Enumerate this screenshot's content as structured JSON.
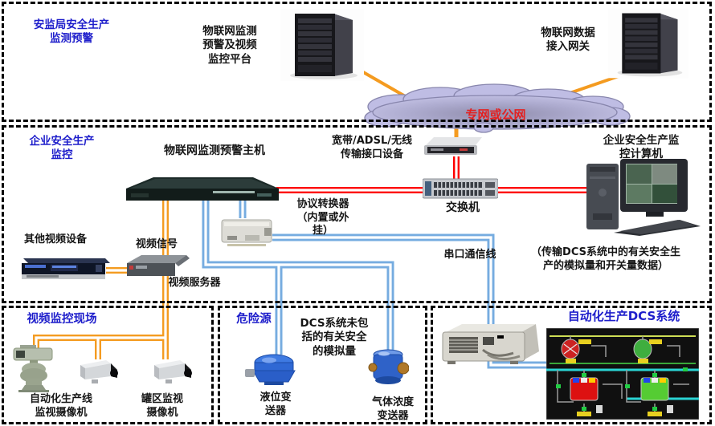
{
  "colors": {
    "label_blue": "#1e1ecb",
    "cloud_label_red": "#e32121",
    "line_orange": "#f49b20",
    "line_red": "#fe0000",
    "line_blue": "#76ace0"
  },
  "sections": {
    "authority": {
      "title": "安监局安全生产\n监测预警"
    },
    "enterprise": {
      "title": "企业安全生产\n监控"
    },
    "video_site": {
      "title": "视频监控现场"
    },
    "hazard": {
      "title": "危险源",
      "note": "DCS系统未包\n括的有关安全\n的模拟量"
    },
    "dcs": {
      "title": "自动化生产DCS系统"
    }
  },
  "nodes": {
    "platform_server": {
      "label": "物联网监测\n预警及视频\n监控平台"
    },
    "gateway_server": {
      "label": "物联网数据\n接入网关"
    },
    "cloud": {
      "label": "专网或公网"
    },
    "host": {
      "label": "物联网监测预警主机"
    },
    "adsl_device": {
      "label": "宽带/ADSL/无线\n传输接口设备"
    },
    "switch": {
      "label": "交换机"
    },
    "monitor_computer": {
      "label": "企业安全生产监\n控计算机"
    },
    "protocol_converter": {
      "label": "协议转换器\n（内置或外\n挂）"
    },
    "other_video": {
      "label": "其他视频设备"
    },
    "video_signal": {
      "label": "视频信号"
    },
    "video_server": {
      "label": "视频服务器"
    },
    "serial_line": {
      "label": "串口通信线",
      "note": "（传输DCS系统中的有关安全生\n产的模拟量和开关量数据）"
    },
    "ptz_camera": {
      "label": "自动化生产线\n监视摄像机"
    },
    "tank_camera": {
      "label": "罐区监视\n摄像机"
    },
    "level_transmitter": {
      "label": "液位变\n送器"
    },
    "gas_transmitter": {
      "label": "气体浓度\n变送器"
    }
  }
}
